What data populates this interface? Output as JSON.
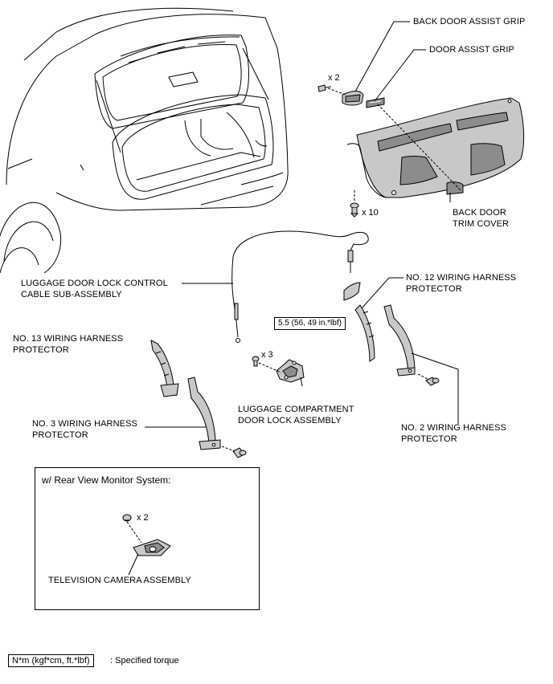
{
  "labels": {
    "back_door_assist_grip": "BACK DOOR ASSIST GRIP",
    "door_assist_grip": "DOOR ASSIST GRIP",
    "back_door_trim_cover_1": "BACK DOOR",
    "back_door_trim_cover_2": "TRIM COVER",
    "luggage_cable_1": "LUGGAGE DOOR LOCK CONTROL",
    "luggage_cable_2": "CABLE SUB-ASSEMBLY",
    "no12_1": "NO. 12 WIRING HARNESS",
    "no12_2": "PROTECTOR",
    "no13_1": "NO. 13 WIRING HARNESS",
    "no13_2": "PROTECTOR",
    "lock_assembly_1": "LUGGAGE COMPARTMENT",
    "lock_assembly_2": "DOOR LOCK ASSEMBLY",
    "no3_1": "NO. 3 WIRING HARNESS",
    "no3_2": "PROTECTOR",
    "no2_1": "NO. 2 WIRING HARNESS",
    "no2_2": "PROTECTOR",
    "camera": "TELEVISION CAMERA ASSEMBLY"
  },
  "quantities": {
    "grip_screws": "x 2",
    "trim_clips": "x 10",
    "lock_bolts": "x 3",
    "camera_nuts": "x 2"
  },
  "torque": {
    "lock_bolts": "5.5 (56, 49 in.*lbf)"
  },
  "inset": {
    "title": "w/ Rear View Monitor System:"
  },
  "legend": {
    "unit": "N*m (kgf*cm, ft.*lbf)",
    "description": ": Specified torque"
  },
  "colors": {
    "line": "#000000",
    "part_fill": "#c8c8c8",
    "part_dark": "#8c8c8c",
    "background": "#ffffff"
  }
}
